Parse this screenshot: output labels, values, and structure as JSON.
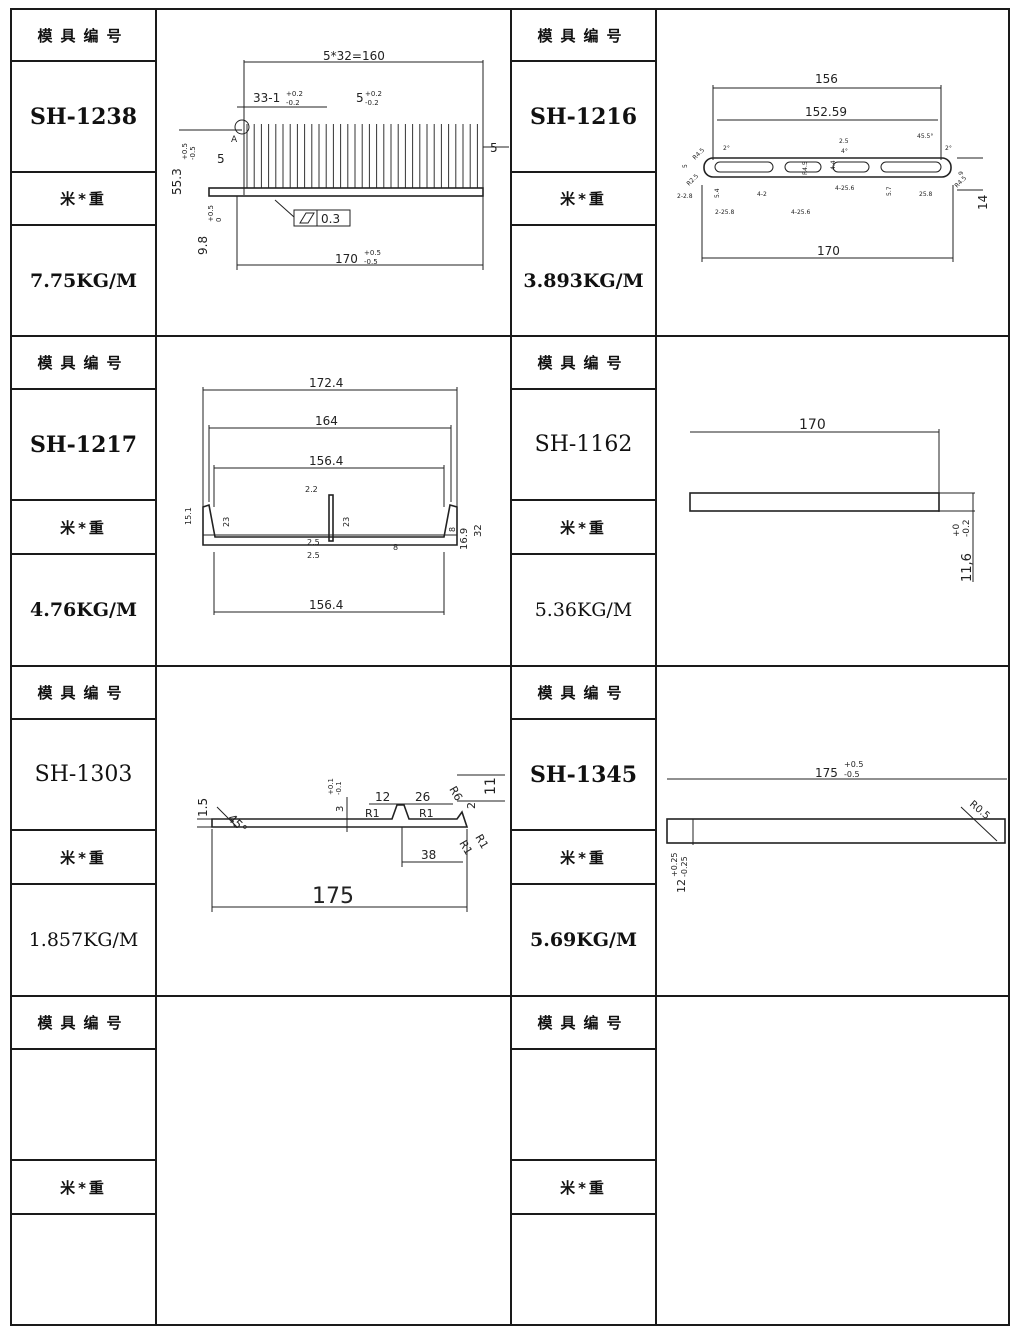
{
  "labels": {
    "mold_no": "模具编号",
    "weight_per_meter": "米*重"
  },
  "blocks": [
    {
      "code": "SH-1238",
      "weight": "7.75KG/M",
      "dims": {
        "pitch": "5*32=160",
        "fins": "33-1",
        "fins_tol_up": "+0.2",
        "fins_tol_dn": "-0.2",
        "fin_w": "5",
        "fin_w_tol_up": "+0.2",
        "fin_w_tol_dn": "-0.2",
        "height": "55.3",
        "height_tol_up": "+0.5",
        "height_tol_dn": "-0.5",
        "gap": "5",
        "edge": "5",
        "base": "9.8",
        "base_tol_up": "+0.5",
        "base_tol_dn": "0",
        "flatness": "0.3",
        "width": "170",
        "width_tol_up": "+0.5",
        "width_tol_dn": "-0.5",
        "datum": "A"
      }
    },
    {
      "code": "SH-1216",
      "weight": "3.893KG/M",
      "dims": {
        "w1": "156",
        "w2": "152.59",
        "w3": "170",
        "h": "14",
        "a1": "2°",
        "a2": "45.5°",
        "a3": "2°",
        "a4": "4°",
        "r1": "R4.5",
        "r2": "R2.5",
        "r3": "R4.5",
        "r4": "R4.5",
        "t1": "2.5",
        "t2": "5.4",
        "t3": "5.7",
        "t4": "9",
        "d1": "2-2.8",
        "d2": "2-25.8",
        "d3": "4-2",
        "d4": "4-25.6",
        "d5": "4-25.6",
        "d6": "25.8",
        "d7": "5",
        "d8": "4.4"
      }
    },
    {
      "code": "SH-1217",
      "weight": "4.76KG/M",
      "dims": {
        "w_outer": "172.4",
        "w_mid": "164",
        "w_in": "156.4",
        "w_bot": "156.4",
        "h_left": "15.1",
        "h_in": "23",
        "rib_h": "23",
        "rib_w": "2.2",
        "base1": "2.5",
        "base2": "2.5",
        "t": "8",
        "t2": "8",
        "h_right": "16.9",
        "h_total": "32"
      }
    },
    {
      "code": "SH-1162",
      "weight": "5.36KG/M",
      "dims": {
        "width": "170",
        "thickness": "11,6",
        "tol_up": "+0",
        "tol_dn": "-0.2"
      }
    },
    {
      "code": "SH-1303",
      "weight": "1.857KG/M",
      "dims": {
        "t": "1.5",
        "angle": "45°",
        "slot": "3",
        "slot_tol_up": "+0.1",
        "slot_tol_dn": "-0.1",
        "g1": "12",
        "g2": "26",
        "r1": "R1",
        "r2": "R1",
        "r6": "R6",
        "h2": "2",
        "h11": "11",
        "r3": "R1",
        "r4": "R1",
        "w38": "38",
        "length": "175"
      }
    },
    {
      "code": "SH-1345",
      "weight": "5.69KG/M",
      "dims": {
        "width": "175",
        "tol_up": "+0.5",
        "tol_dn": "-0.5",
        "r": "R0.5",
        "thickness": "12",
        "t_tol_up": "+0.25",
        "t_tol_dn": "-0.25"
      }
    },
    {
      "code": "",
      "weight": ""
    },
    {
      "code": "",
      "weight": ""
    }
  ]
}
